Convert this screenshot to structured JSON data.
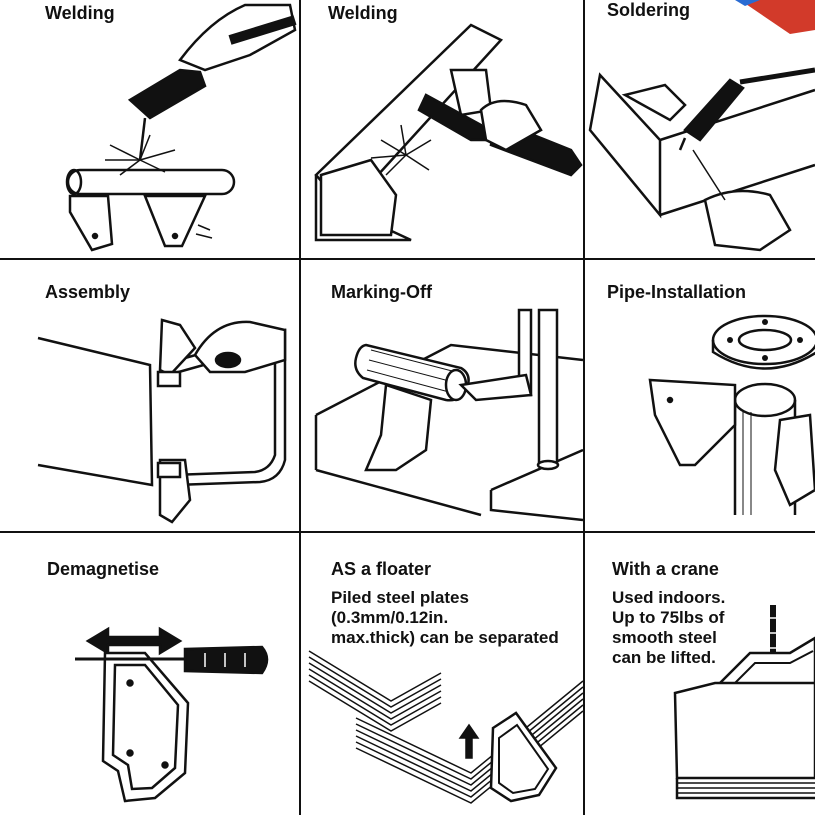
{
  "panels": [
    {
      "id": "welding-1",
      "title": "Welding"
    },
    {
      "id": "welding-2",
      "title": "Welding"
    },
    {
      "id": "soldering",
      "title": "Soldering"
    },
    {
      "id": "assembly",
      "title": "Assembly"
    },
    {
      "id": "marking-off",
      "title": "Marking-Off"
    },
    {
      "id": "pipe-installation",
      "title": "Pipe-Installation"
    },
    {
      "id": "demagnetise",
      "title": "Demagnetise"
    },
    {
      "id": "floater",
      "title": "AS a floater",
      "description": [
        "Piled steel plates",
        "(0.3mm/0.12in.",
        "max.thick) can be separated"
      ]
    },
    {
      "id": "crane",
      "title": "With a crane",
      "description": [
        "Used indoors.",
        "Up to 75lbs of",
        "smooth steel",
        "can be lifted."
      ]
    }
  ],
  "colors": {
    "line": "#111111",
    "background": "#ffffff",
    "accent_red": "#d23a2a",
    "accent_blue": "#2a6bd2"
  }
}
